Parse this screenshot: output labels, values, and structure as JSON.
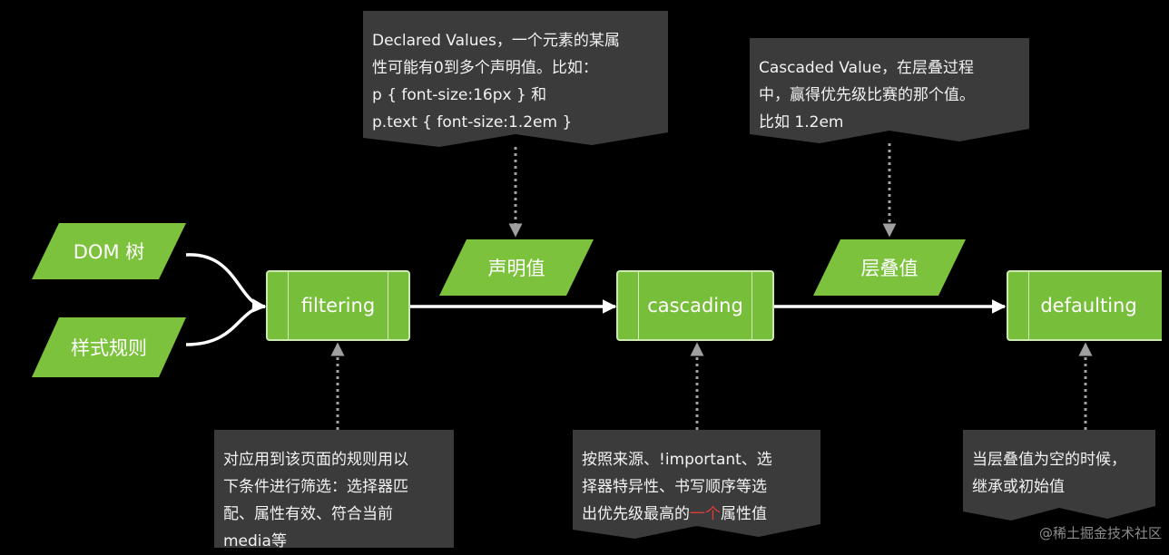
{
  "inputs": {
    "dom_tree": "DOM 树",
    "style_rules": "样式规则"
  },
  "processes": {
    "filtering": "filtering",
    "cascading": "cascading",
    "defaulting": "defaulting"
  },
  "outputs": {
    "declared": "声明值",
    "cascaded": "层叠值"
  },
  "notes": {
    "declared": [
      "Declared Values，一个元素的某属",
      "性可能有0到多个声明值。比如：",
      "p { font-size:16px } 和",
      "p.text { font-size:1.2em }"
    ],
    "cascaded": [
      "Cascaded Value，在层叠过程",
      "中，赢得优先级比赛的那个值。",
      "比如 1.2em"
    ],
    "filtering": [
      "对应用到该页面的规则用以",
      "下条件进行筛选：选择器匹",
      "配、属性有效、符合当前",
      "media等"
    ],
    "cascading": {
      "line1": "按照来源、!important、选",
      "line2": "择器特异性、书写顺序等选",
      "line3_before": "出优先级最高的",
      "line3_highlight": "一个",
      "line3_after": "属性值"
    },
    "defaulting": [
      "当层叠值为空的时候，",
      "继承或初始值"
    ]
  },
  "watermark": "@稀土掘金技术社区",
  "colors": {
    "background": "#000000",
    "green": "#7cc23d",
    "note_background": "#3b3b3b",
    "highlight": "#e03c3c"
  }
}
